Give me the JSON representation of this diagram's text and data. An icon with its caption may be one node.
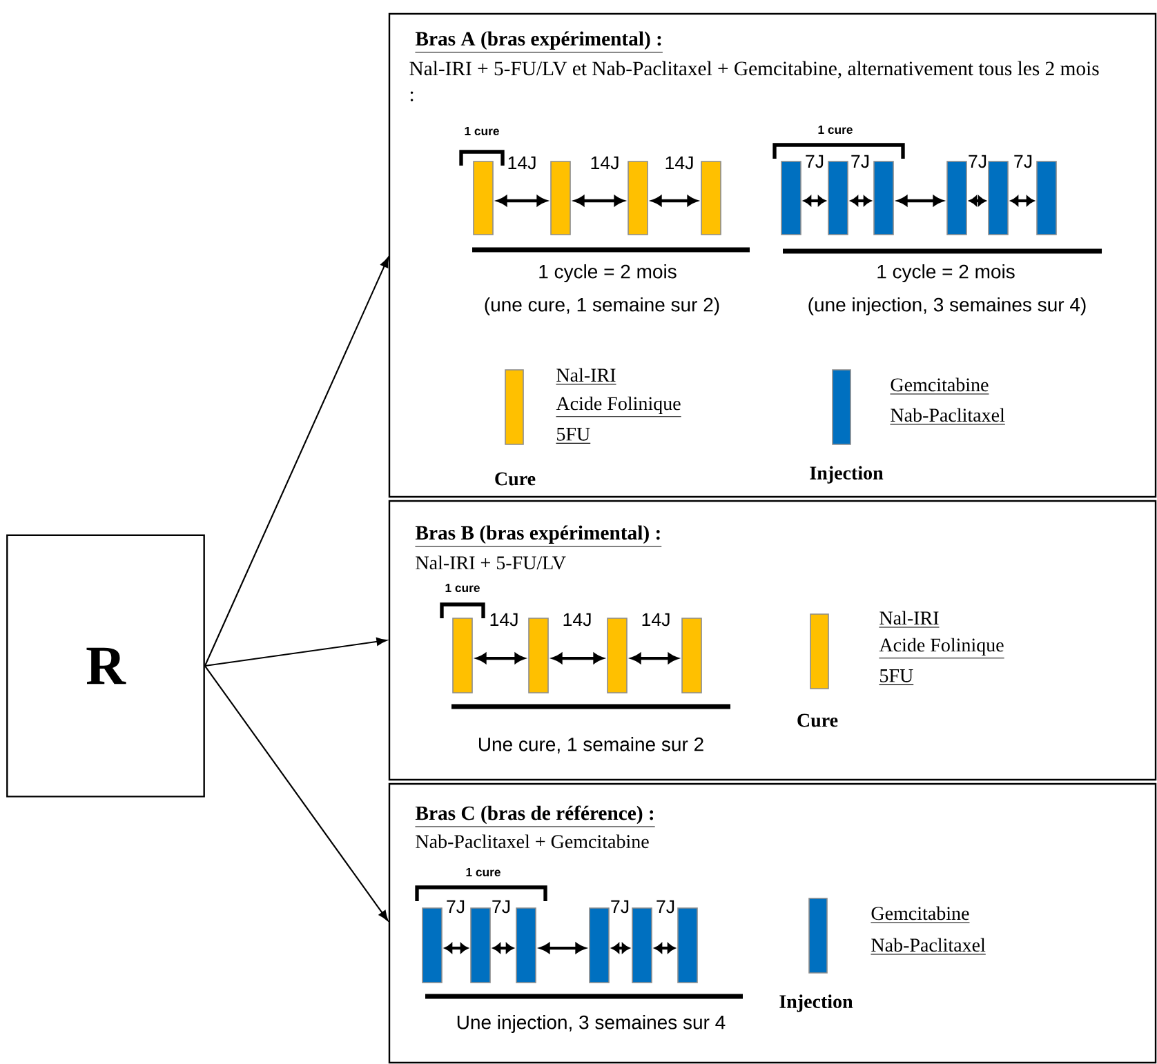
{
  "diagram": {
    "nodes": [
      {
        "text": [
          "R"
        ]
      },
      {
        "text": [
          "Bras A (bras expérimental) :",
          "Nal-IRI + 5-FU/LV et Nab-Paclitaxel + Gemcitabine, alternativement tous les 2 mois :",
          "1 cure",
          "14J",
          "14J",
          "14J",
          "1 cure",
          "7J",
          "7J",
          "7J",
          "7J",
          "1 cycle = 2 mois",
          "(une cure, 1 semaine sur 2)",
          "1 cycle = 2 mois",
          "(une injection, 3 semaines sur 4)",
          "Nal-IRI",
          "Acide Folinique",
          "5FU",
          "Cure",
          "Gemcitabine",
          "Nab-Paclitaxel",
          "Injection"
        ]
      },
      {
        "text": [
          "Bras B (bras expérimental) :",
          "Nal-IRI + 5-FU/LV",
          "1 cure",
          "14J",
          "14J",
          "14J",
          "Une cure, 1 semaine sur 2",
          "Nal-IRI",
          "Acide Folinique",
          "5FU",
          "Cure"
        ]
      },
      {
        "text": [
          "Bras C (bras de référence) :",
          "Nab-Paclitaxel + Gemcitabine",
          "1 cure",
          "7J",
          "7J",
          "7J",
          "7J",
          "Une injection, 3 semaines sur 4",
          "Gemcitabine",
          "Nab-Paclitaxel",
          "Injection"
        ]
      }
    ],
    "edges": [
      {
        "from": 0,
        "to": 1,
        "arrow": "to"
      },
      {
        "from": 0,
        "to": 2,
        "arrow": "to"
      },
      {
        "from": 0,
        "to": 3,
        "arrow": "to"
      }
    ]
  }
}
